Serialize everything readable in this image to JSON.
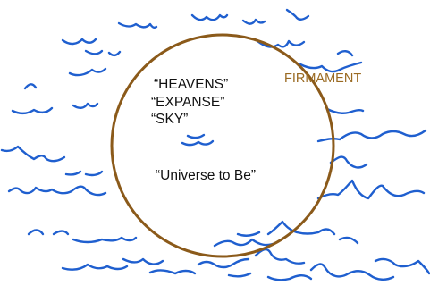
{
  "diagram": {
    "circle_label": "FIRMAMENT",
    "inner_labels": {
      "heavens": "“HEAVENS”",
      "expanse": "“EXPANSE”",
      "sky": "“SKY”",
      "universe": "“Universe to Be”"
    }
  },
  "colors": {
    "water": "#1f5fcf",
    "firmament": "#8b5a1a",
    "firmament_text": "#9a6a22",
    "text": "#111111"
  }
}
